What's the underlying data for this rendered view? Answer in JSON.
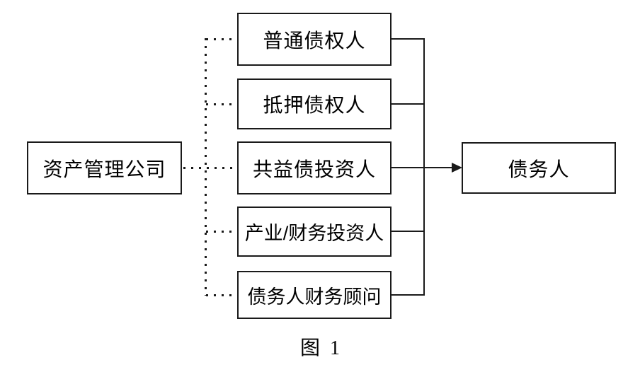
{
  "diagram": {
    "left_node": {
      "label": "资产管理公司"
    },
    "middle_nodes": [
      {
        "label": "普通债权人"
      },
      {
        "label": "抵押债权人"
      },
      {
        "label": "共益债投资人"
      },
      {
        "label": "产业/财务投资人"
      },
      {
        "label": "债务人财务顾问"
      }
    ],
    "right_node": {
      "label": "债务人"
    },
    "caption": "图  1",
    "colors": {
      "line": "#1a1a1a",
      "text": "#000000",
      "background": "#ffffff"
    }
  }
}
